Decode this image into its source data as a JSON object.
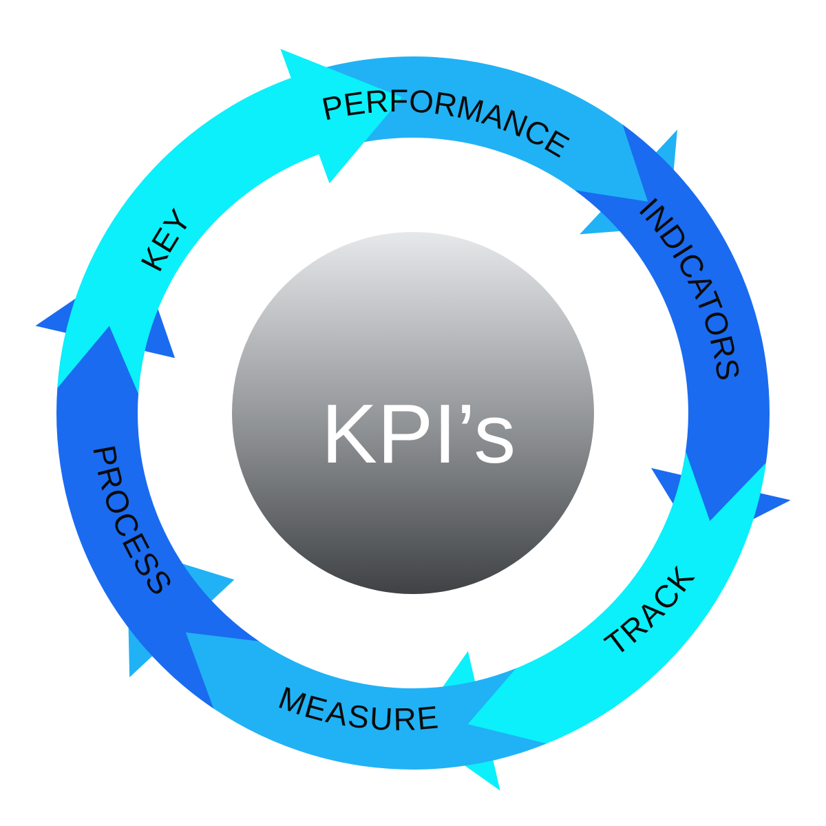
{
  "center": {
    "label": "KPI’s"
  },
  "cycle": [
    {
      "label": "PERFORMANCE",
      "color": "#20B2F5"
    },
    {
      "label": "INDICATORS",
      "color": "#1A6BF0"
    },
    {
      "label": "TRACK",
      "color": "#0BF0FA"
    },
    {
      "label": "MEASURE",
      "color": "#20B2F5"
    },
    {
      "label": "PROCESS",
      "color": "#1A6BF0"
    },
    {
      "label": "KEY",
      "color": "#0BF0FA"
    }
  ],
  "colors": {
    "background": "#FFFFFF",
    "center_top": "#E6E8EA",
    "center_bottom": "#3F4245",
    "text": "#0B0B0B"
  }
}
